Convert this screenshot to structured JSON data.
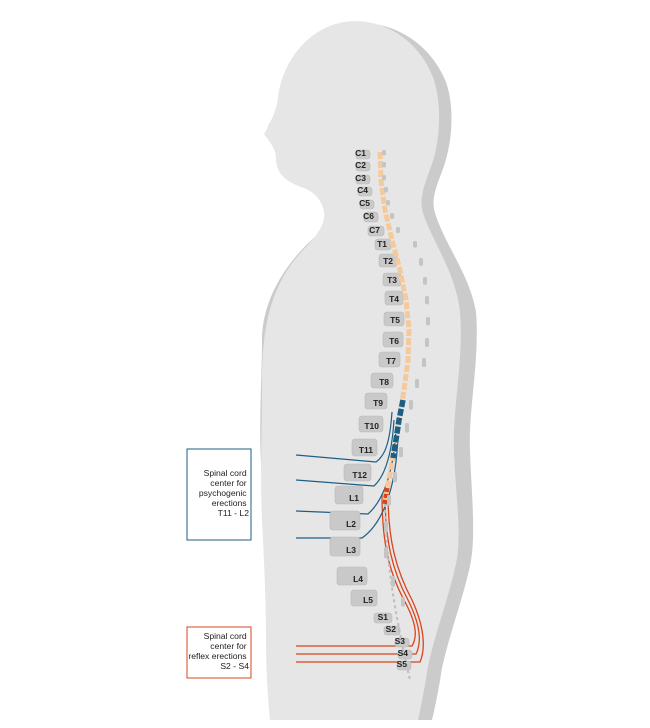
{
  "vertebrae": {
    "cervical": [
      "C1",
      "C2",
      "C3",
      "C4",
      "C5",
      "C6",
      "C7"
    ],
    "thoracic": [
      "T1",
      "T2",
      "T3",
      "T4",
      "T5",
      "T6",
      "T7",
      "T8",
      "T9",
      "T10",
      "T11",
      "T12"
    ],
    "lumbar": [
      "L1",
      "L2",
      "L3",
      "L4",
      "L5"
    ],
    "sacral": [
      "S1",
      "S2",
      "S3",
      "S4",
      "S5"
    ]
  },
  "callouts": {
    "psychogenic": {
      "lines": [
        "Spinal cord",
        "center for",
        "psychogenic",
        "erections",
        "T11 - L2"
      ],
      "color": "#1c5f86"
    },
    "reflex": {
      "lines": [
        "Spinal cord",
        "center for",
        "reflex erections",
        "S2 - S4"
      ],
      "color": "#d9441c"
    }
  },
  "colors": {
    "body_fill": "#e7e7e7",
    "body_shadow": "#c9c9c9",
    "spinal_cord": "#f6c99a",
    "vertebra": "#c9c9c9"
  }
}
